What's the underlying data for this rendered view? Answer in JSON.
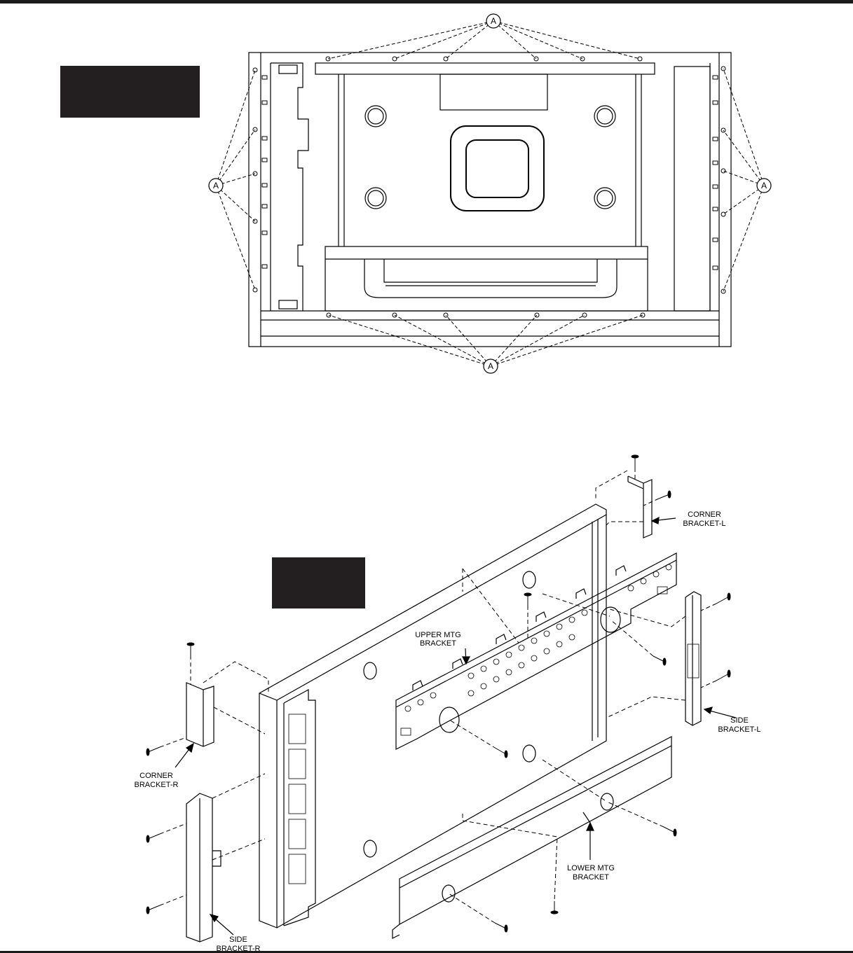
{
  "diagram": {
    "callout_letter": "A",
    "labels": {
      "corner_bracket_l": [
        "CORNER",
        "BRACKET-L"
      ],
      "corner_bracket_r": [
        "CORNER",
        "BRACKET-R"
      ],
      "upper_mtg_bracket": [
        "UPPER MTG",
        "BRACKET"
      ],
      "side_bracket_l": [
        "SIDE",
        "BRACKET-L"
      ],
      "side_bracket_r": [
        "SIDE",
        "BRACKET-R"
      ],
      "lower_mtg_bracket": [
        "LOWER MTG",
        "BRACKET"
      ]
    },
    "colors": {
      "line": "#000000",
      "dark_box": "#231f20",
      "bar": "#1b1b1b"
    }
  }
}
